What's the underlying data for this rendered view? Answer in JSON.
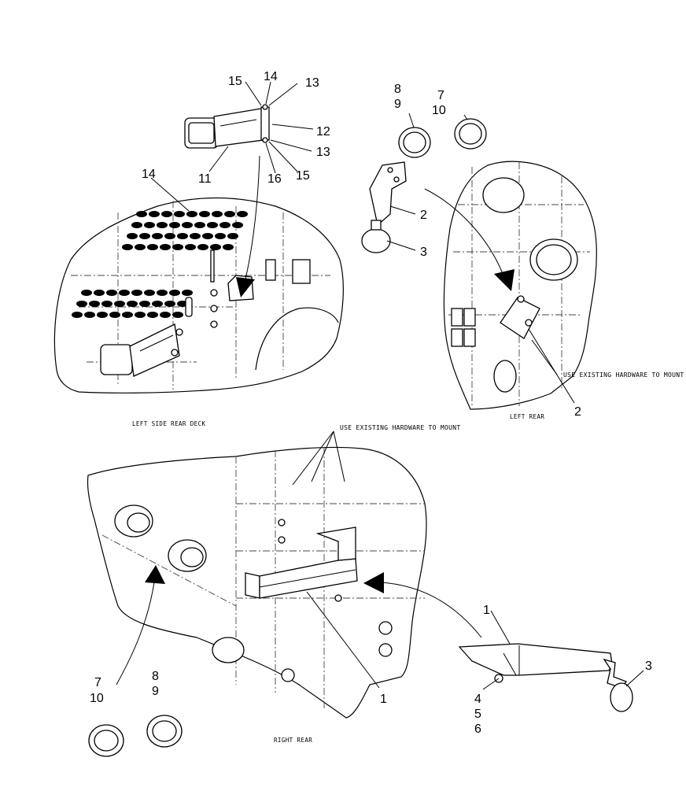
{
  "views": {
    "left_side_rear_deck": "LEFT SIDE  REAR DECK",
    "left_rear": "LEFT REAR",
    "right_rear": "RIGHT REAR"
  },
  "notes": {
    "existing_hardware_left_rear": "USE EXISTING HARDWARE TO MOUNT",
    "existing_hardware_right_rear": "USE EXISTING HARDWARE TO MOUNT"
  },
  "callouts": {
    "deck": [
      "15",
      "14",
      "13",
      "12",
      "13",
      "15",
      "16",
      "11",
      "14"
    ],
    "left_rear": [
      "8",
      "9",
      "7",
      "10",
      "2",
      "3",
      "2"
    ],
    "right_rear": [
      "1",
      "3",
      "4",
      "5",
      "6",
      "1",
      "7",
      "10",
      "8",
      "9"
    ]
  }
}
